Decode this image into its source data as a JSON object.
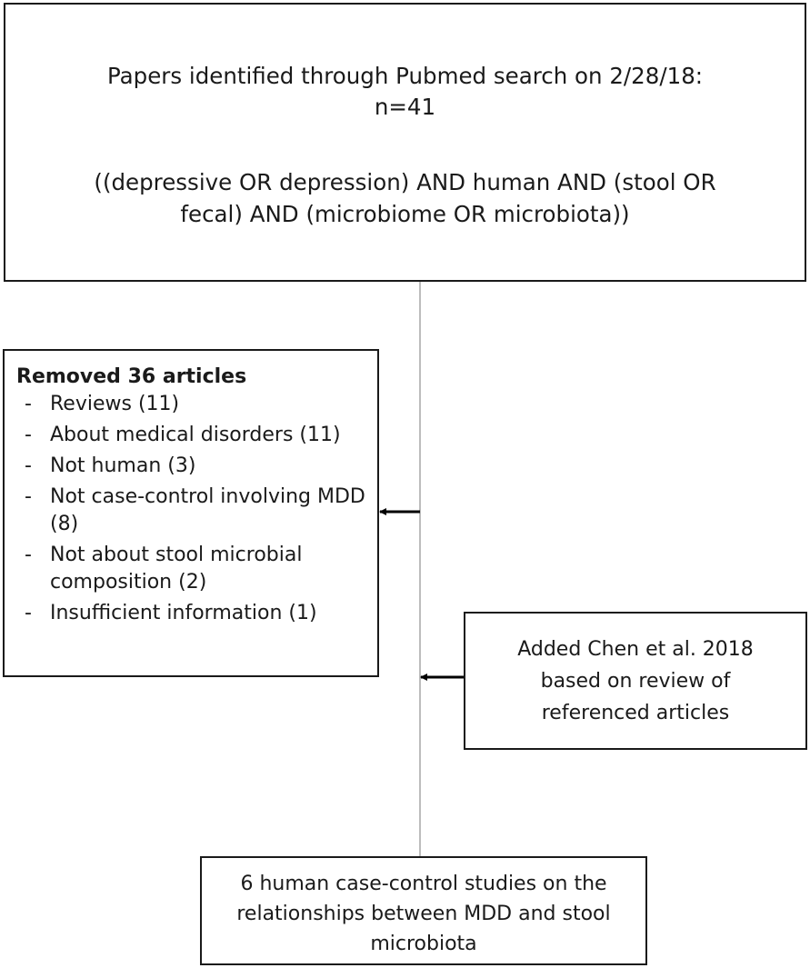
{
  "top_box": {
    "line1": "Papers identified through Pubmed search on 2/28/18:",
    "line2": "n=41",
    "line3": "((depressive OR depression) AND human AND (stool OR",
    "line4": "fecal) AND (microbiome OR microbiota))"
  },
  "removed_box": {
    "title": "Removed 36 articles",
    "items": [
      "Reviews (11)",
      "About medical disorders (11)",
      "Not human (3)",
      "Not case-control involving MDD (8)",
      "Not  about stool microbial composition (2)",
      "Insufficient information (1)"
    ]
  },
  "added_box": {
    "line1": "Added Chen et al. 2018",
    "line2": "based on review of",
    "line3": "referenced articles"
  },
  "final_box": {
    "line1": "6 human case-control studies on the",
    "line2": "relationships between MDD and stool",
    "line3": "microbiota"
  },
  "colors": {
    "box_border": "#1a1a1a",
    "connector_line": "#a6a6a6",
    "arrow": "#000000"
  }
}
